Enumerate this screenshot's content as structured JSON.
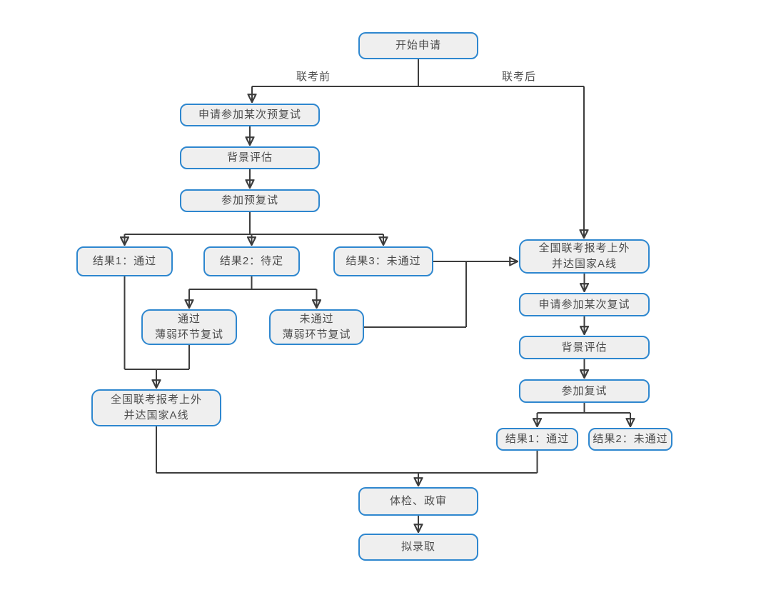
{
  "diagram": {
    "type": "flowchart",
    "colors": {
      "background": "#ffffff",
      "node_fill": "#efefef",
      "node_border": "#2e87cf",
      "connector": "#3d3d3d",
      "text": "#4c4c4c"
    },
    "branch_labels": {
      "pre_exam": "联考前",
      "post_exam": "联考后"
    },
    "nodes": {
      "start": {
        "label": "开始申请"
      },
      "apply_pre_retest": {
        "label": "申请参加某次预复试"
      },
      "bg_eval_left": {
        "label": "背景评估"
      },
      "pre_retest": {
        "label": "参加预复试"
      },
      "result1_pass": {
        "label": "结果1：通过"
      },
      "result2_pending": {
        "label": "结果2：待定"
      },
      "result3_fail": {
        "label": "结果3：未通过"
      },
      "weak_pass": {
        "label": "通过\n薄弱环节复试"
      },
      "weak_fail": {
        "label": "未通过\n薄弱环节复试"
      },
      "aline_left": {
        "label": "全国联考报考上外\n并达国家A线"
      },
      "aline_right": {
        "label": "全国联考报考上外\n并达国家A线"
      },
      "apply_retest": {
        "label": "申请参加某次复试"
      },
      "bg_eval_right": {
        "label": "背景评估"
      },
      "retest": {
        "label": "参加复试"
      },
      "r_result1_pass": {
        "label": "结果1：通过"
      },
      "r_result2_fail": {
        "label": "结果2：未通过"
      },
      "health_check": {
        "label": "体检、政审"
      },
      "admit": {
        "label": "拟录取"
      }
    }
  }
}
